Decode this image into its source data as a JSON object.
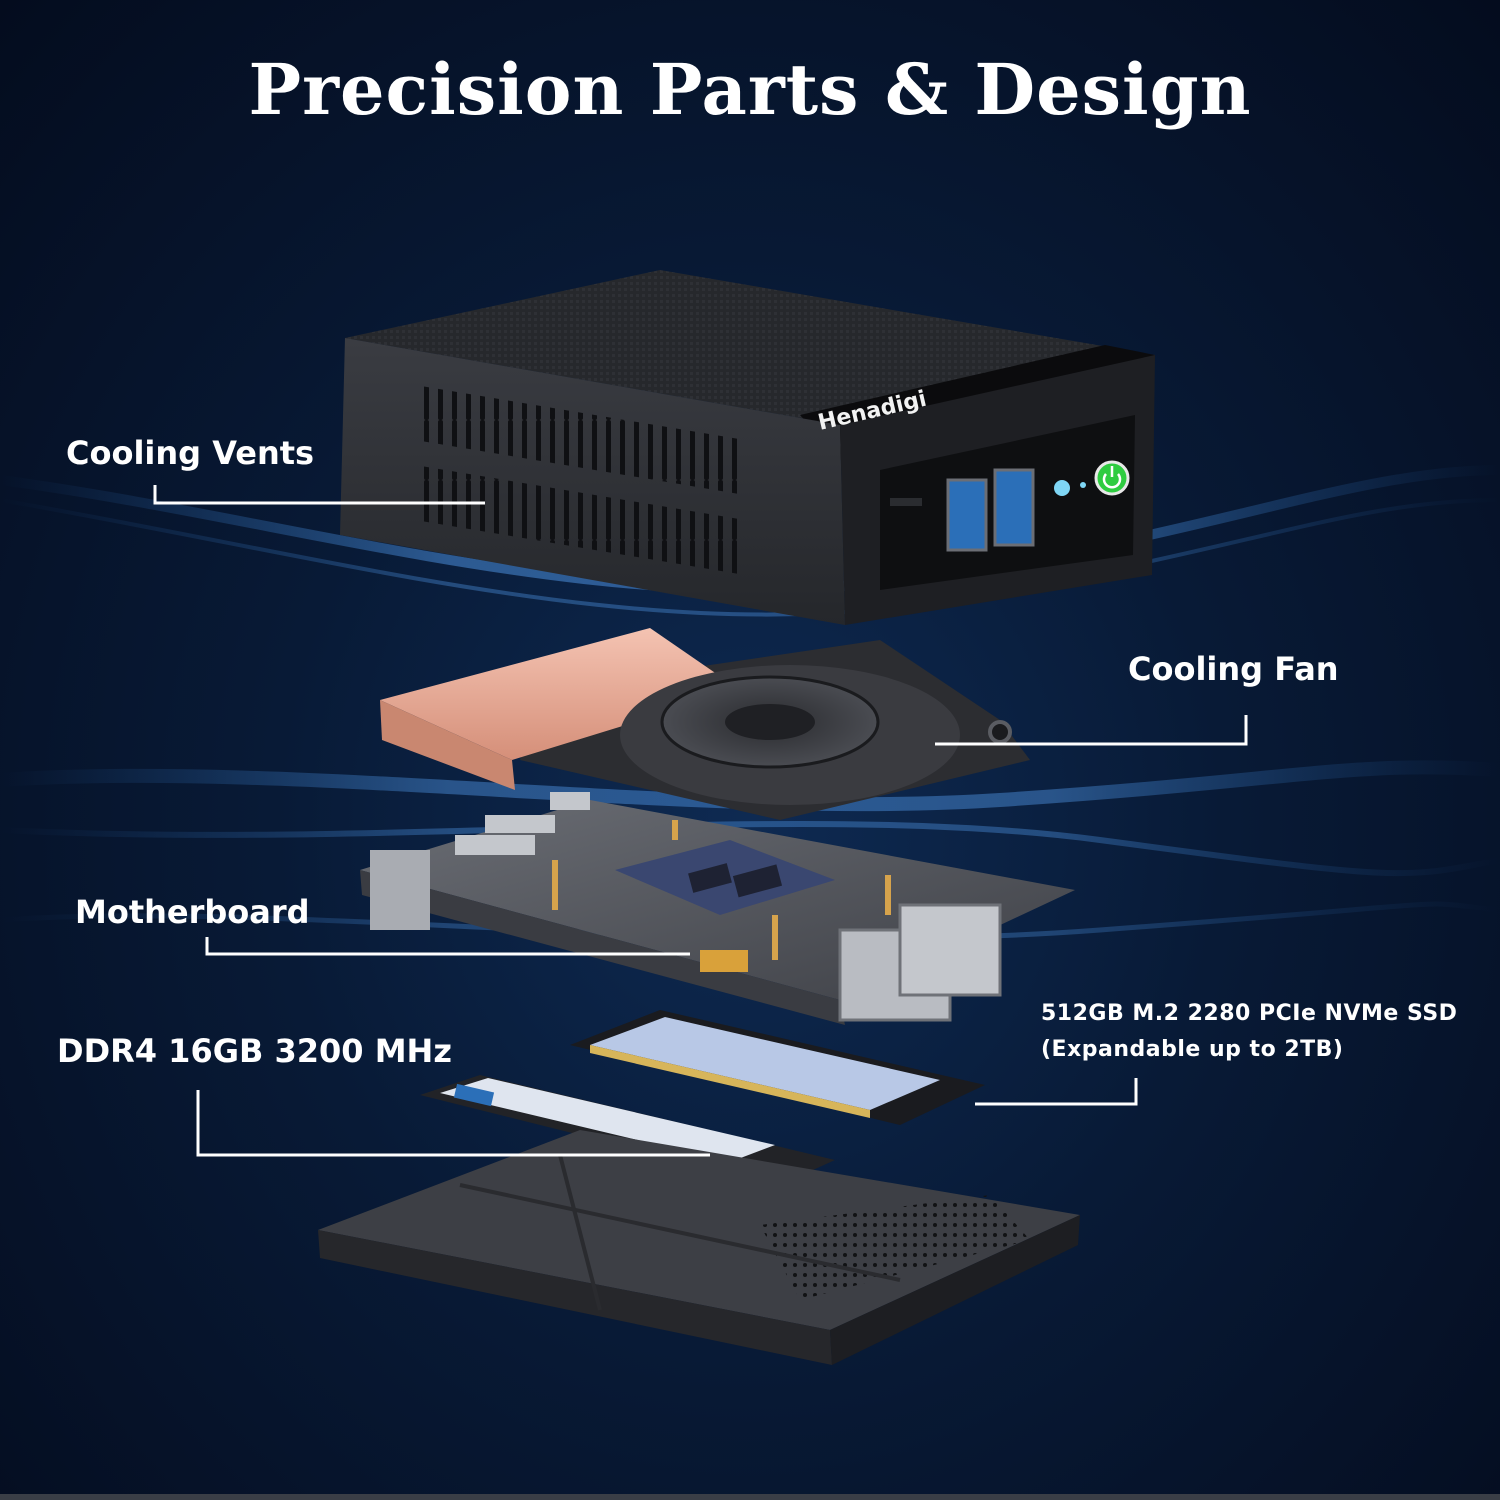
{
  "title": "Precision Parts & Design",
  "labels": {
    "cooling_vents": "Cooling Vents",
    "cooling_fan": "Cooling Fan",
    "motherboard": "Motherboard",
    "ram": "DDR4 16GB 3200 MHz",
    "ssd_line1": "512GB M.2 2280 PCIe NVMe SSD",
    "ssd_line2": "(Expandable up to 2TB)"
  },
  "case_logo": "Henadigi",
  "colors": {
    "background": "#081a36",
    "accent_glow": "#2f7fd6",
    "power_led": "#2ecc40",
    "copper": "#e8a995",
    "leader_line": "#ffffff"
  }
}
